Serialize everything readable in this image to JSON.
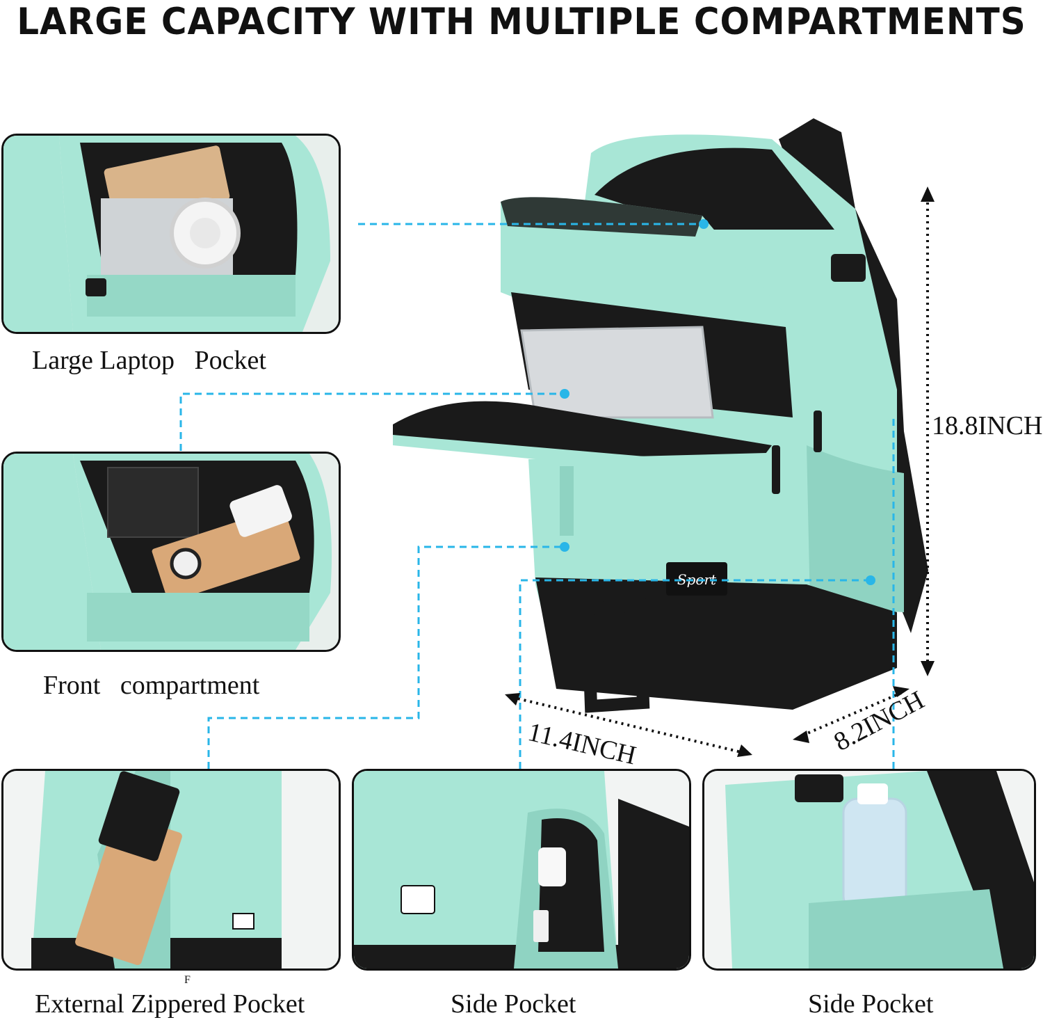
{
  "title": "LARGE CAPACITY WITH MULTIPLE COMPARTMENTS",
  "captions": {
    "laptop": "Large Laptop   Pocket",
    "front": "Front   compartment",
    "external": "External Zippered Pocket",
    "side1": "Side Pocket",
    "side2": "Side Pocket"
  },
  "small_mark": "F",
  "dimensions": {
    "height": "18.8INCH",
    "width": "11.4INCH",
    "depth": "8.2INCH"
  },
  "colors": {
    "mint": "#a8e6d6",
    "mint_dark": "#8fd3c2",
    "black": "#1a1a1a",
    "leader": "#29b6e8"
  },
  "patch_text": "Sport"
}
